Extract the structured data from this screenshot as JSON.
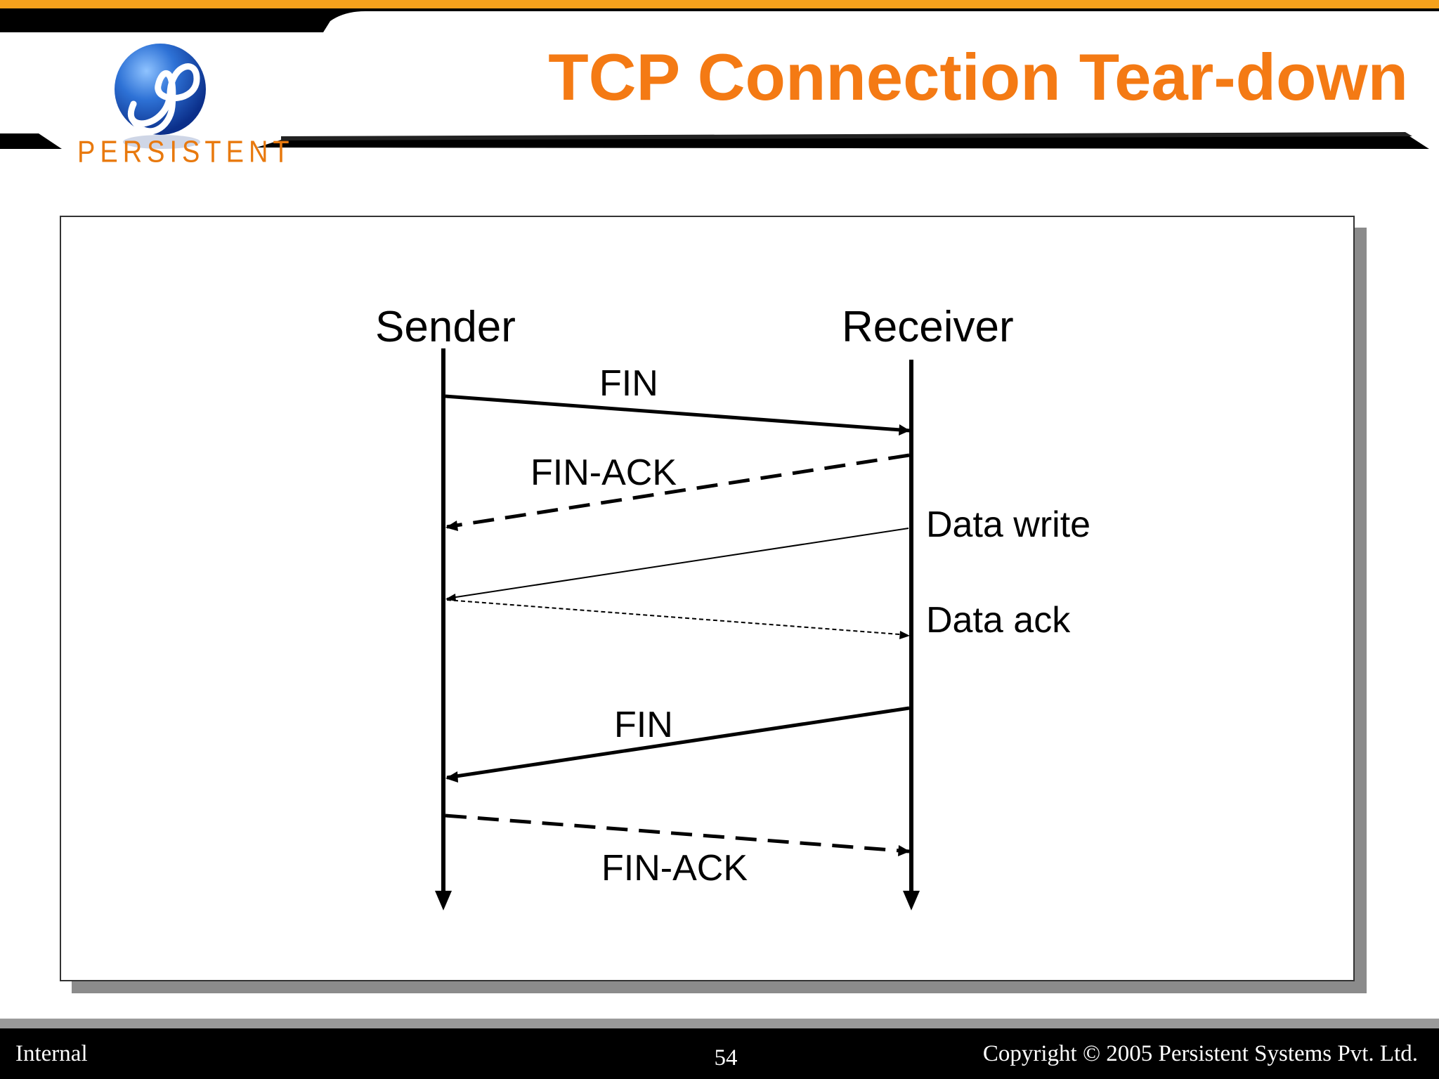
{
  "header": {
    "title": "TCP Connection Tear-down",
    "logo_text": "PERSISTENT",
    "accent_color": "#f47a14"
  },
  "diagram": {
    "lanes": {
      "sender": "Sender",
      "receiver": "Receiver"
    },
    "messages": [
      {
        "label": "FIN",
        "from": "Sender",
        "to": "Receiver",
        "style": "solid-thick"
      },
      {
        "label": "FIN-ACK",
        "from": "Receiver",
        "to": "Sender",
        "style": "dashed-thick"
      },
      {
        "label": "Data write",
        "from": "Receiver",
        "to": "Sender",
        "style": "solid-thin"
      },
      {
        "label": "Data ack",
        "from": "Sender",
        "to": "Receiver",
        "style": "dotted-thin"
      },
      {
        "label": "FIN",
        "from": "Receiver",
        "to": "Sender",
        "style": "solid-thick"
      },
      {
        "label": "FIN-ACK",
        "from": "Sender",
        "to": "Receiver",
        "style": "dashed-thick"
      }
    ]
  },
  "footer": {
    "left": "Internal",
    "page_number": "54",
    "copyright": "Copyright © 2005 Persistent Systems Pvt. Ltd."
  }
}
